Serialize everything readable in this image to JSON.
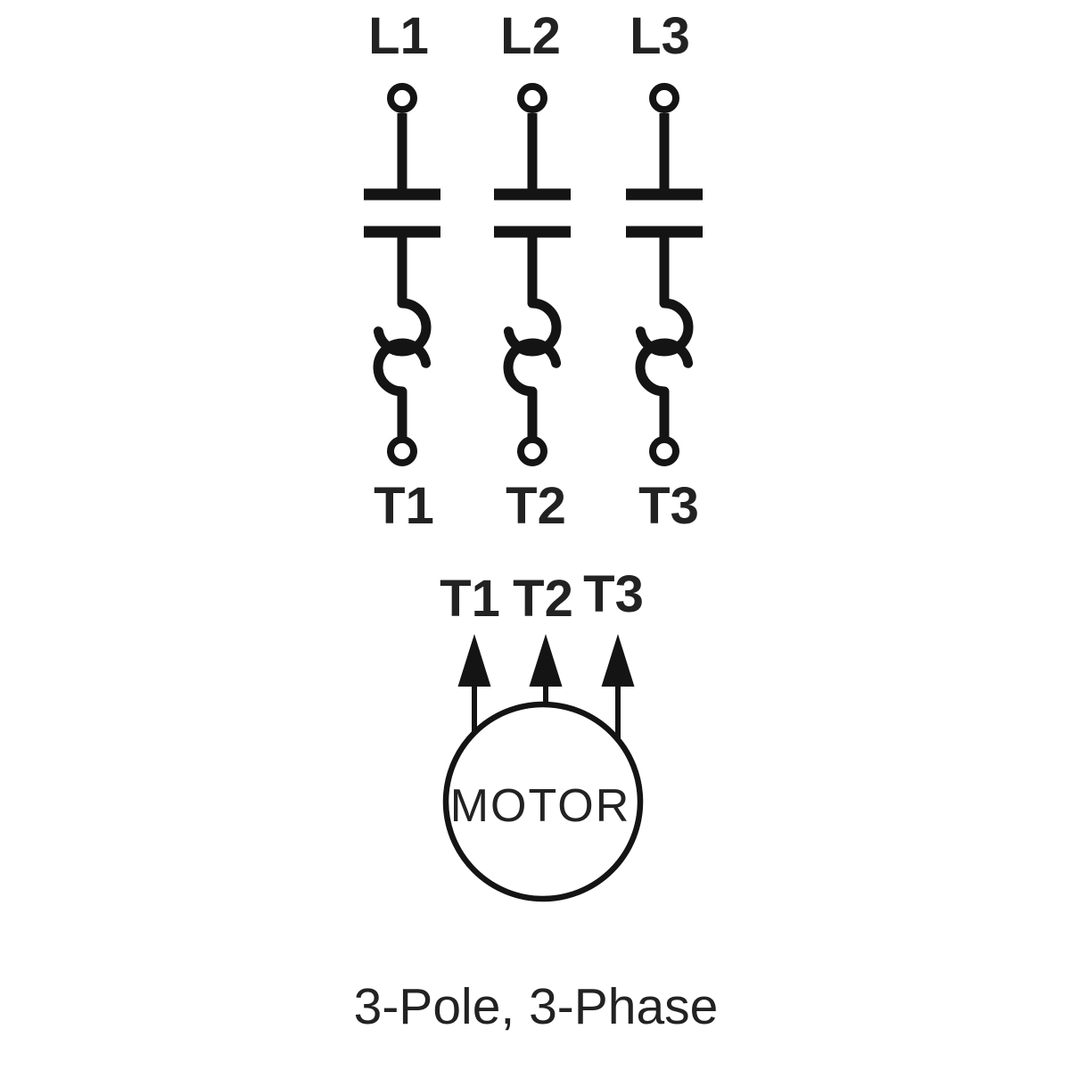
{
  "diagram": {
    "caption": "3-Pole, 3-Phase",
    "starter": {
      "line_terminals": [
        "L1",
        "L2",
        "L3"
      ],
      "load_terminals": [
        "T1",
        "T2",
        "T3"
      ]
    },
    "motor": {
      "label": "MOTOR",
      "terminals": [
        "T1",
        "T2",
        "T3"
      ]
    },
    "colors": {
      "line": "#141414",
      "text": "#222222",
      "background": "#ffffff"
    }
  }
}
